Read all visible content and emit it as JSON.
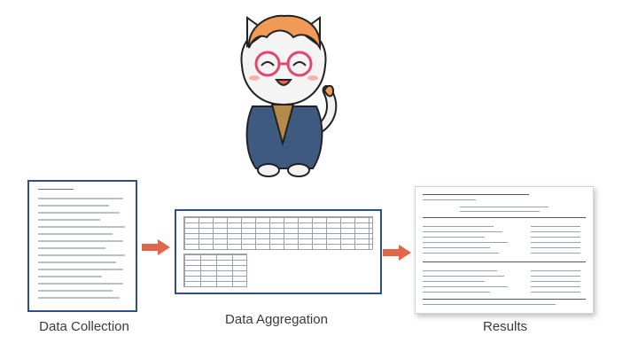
{
  "mascot": {
    "icon": "cat-mascot-with-glasses-and-jacket-icon"
  },
  "stages": [
    {
      "label": "Data Collection",
      "icon": "form-document-icon"
    },
    {
      "label": "Data Aggregation",
      "icon": "spreadsheet-table-icon"
    },
    {
      "label": "Results",
      "icon": "report-document-icon"
    }
  ],
  "arrows": [
    {
      "icon": "right-arrow-icon",
      "color": "#e0674a"
    },
    {
      "icon": "right-arrow-icon",
      "color": "#e0674a"
    }
  ],
  "colors": {
    "frame_border": "#2f4f8a",
    "arrow": "#e0674a",
    "text": "#3a3a3a"
  }
}
